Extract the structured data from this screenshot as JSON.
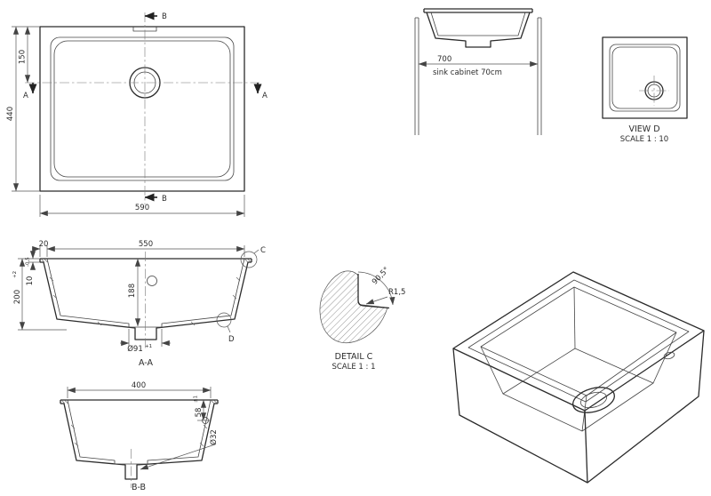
{
  "drawing": {
    "plan_view": {
      "dim_width": "590",
      "dim_height": "440",
      "dim_drain_offset": "150",
      "section_b": "B",
      "section_a": "A"
    },
    "front_view": {
      "dim_cabinet": "700",
      "cabinet_note": "sink cabinet 70cm"
    },
    "view_d": {
      "title": "VIEW D",
      "scale": "SCALE 1 : 10"
    },
    "section_aa": {
      "title": "A-A",
      "dim_opening": "550",
      "dim_rim": "20",
      "dim_depth": "188",
      "dim_height": "200",
      "tol_height": "+2",
      "dim_thickness": "10",
      "tol_thickness": "-0,5",
      "dim_recess": "Ø91",
      "tol_recess": "+1",
      "detail_c": "C",
      "detail_d": "D"
    },
    "detail_c": {
      "title": "DETAIL C",
      "scale": "SCALE 1 : 1",
      "angle": "90,5°",
      "radius": "R1,5"
    },
    "section_bb": {
      "title": "B-B",
      "dim_opening": "400",
      "dim_depth": "58",
      "tol_depth": "±1",
      "dim_pipe": "Ø32"
    }
  }
}
